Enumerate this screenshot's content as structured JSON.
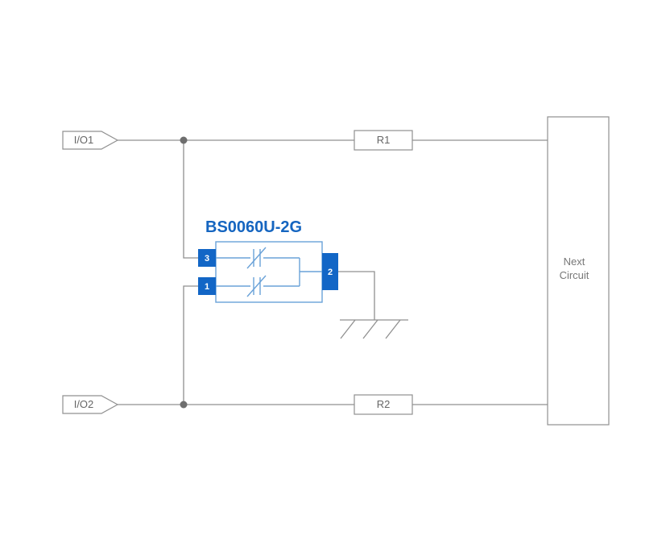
{
  "diagram": {
    "part_number": "BS0060U-2G",
    "io1_label": "I/O1",
    "io2_label": "I/O2",
    "r1_label": "R1",
    "r2_label": "R2",
    "pin3_label": "3",
    "pin1_label": "1",
    "pin2_label": "2",
    "next_circuit_line1": "Next",
    "next_circuit_line2": "Circuit",
    "colors": {
      "wire": "#909090",
      "pin_fill": "#1266c6",
      "component_outline": "#6aa2d8",
      "part_number_text": "#1565c0",
      "label_text": "#666666"
    }
  }
}
